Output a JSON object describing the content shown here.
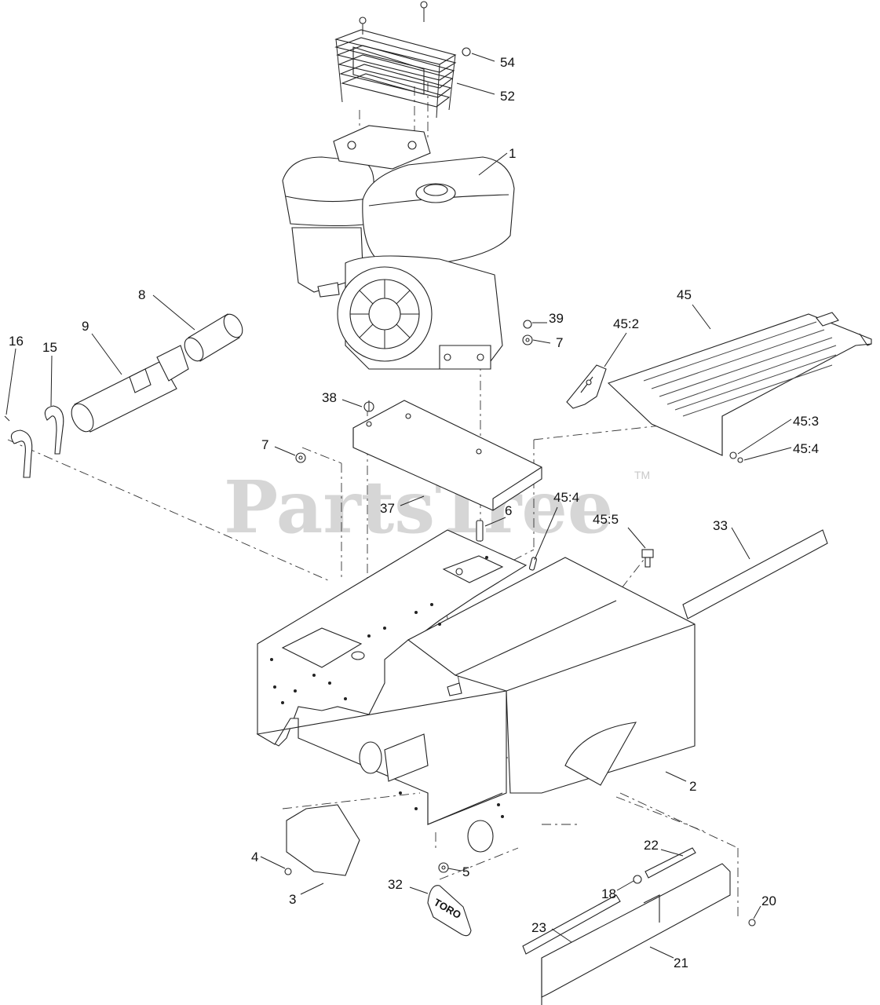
{
  "watermark": {
    "text": "PartsTree",
    "trademark": "TM"
  },
  "callouts": {
    "c54": "54",
    "c52": "52",
    "c1": "1",
    "c8": "8",
    "c9": "9",
    "c15": "15",
    "c16": "16",
    "c39": "39",
    "c7a": "7",
    "c45": "45",
    "c45_2": "45:2",
    "c38": "38",
    "c7b": "7",
    "c45_3": "45:3",
    "c45_4a": "45:4",
    "c37": "37",
    "c6": "6",
    "c45_4b": "45:4",
    "c45_5": "45:5",
    "c33": "33",
    "c2": "2",
    "c22": "22",
    "c4": "4",
    "c5": "5",
    "c18": "18",
    "c3": "3",
    "c32": "32",
    "c20": "20",
    "c23": "23",
    "c21": "21"
  },
  "decal_text": "TORO"
}
